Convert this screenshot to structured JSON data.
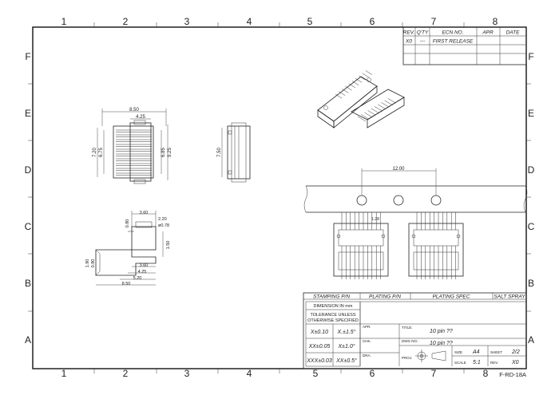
{
  "border": {
    "columns": [
      "1",
      "2",
      "3",
      "4",
      "5",
      "6",
      "7",
      "8"
    ],
    "rows": [
      "F",
      "E",
      "D",
      "C",
      "B",
      "A"
    ]
  },
  "revision_table": {
    "headers": [
      "REV.",
      "Q'TY",
      "ECN NO.",
      "APR",
      "DATE"
    ],
    "rows": [
      {
        "rev": "X0",
        "qty": "---",
        "ecn": "FIRST RELEASE",
        "apr": "",
        "date": ""
      }
    ]
  },
  "dimensions": {
    "front": {
      "width_outer": "8.50",
      "width_inner": "4.25",
      "h1": "7.20",
      "h2": "6.75",
      "h3": "6.85",
      "h4": "9.25"
    },
    "side": {
      "height": "7.50"
    },
    "strip": {
      "pitch": "12.00",
      "small": "1.28"
    },
    "bottom": {
      "d1": "3.60",
      "d2": "2.20",
      "d3": "0.80",
      "d4": "ø0.78",
      "d5": "1.50",
      "d6": "1.90",
      "d7": "0.80",
      "d8": "3.60",
      "d9": "4.25",
      "d10": "5.20",
      "d11": "8.50"
    }
  },
  "title_block": {
    "stamping_pn_label": "STAMPING P/N",
    "plating_pn_label": "PLATING P/N",
    "plating_spec_label": "PLATING SPEC",
    "salt_spray_label": "SALT SPRAY",
    "dimension_unit": "DIMENSION IN mm",
    "tolerance_note_1": "TOLERANCE UNLESS",
    "tolerance_note_2": "OTHERWISE SPECIFIED",
    "tolerances": [
      {
        "linear": "X±0.10",
        "angular": "X.±1.5°"
      },
      {
        "linear": "XX±0.05",
        "angular": "X±1.0°"
      },
      {
        "linear": "XXX±0.03",
        "angular": "XX±0.5°"
      }
    ],
    "apr_label": "APR.",
    "chk_label": "CHK.",
    "dra_label": "DRA.",
    "title_label": "TITLE:",
    "title_value": "10 pin ??",
    "dwg_label": "DWG NO.:",
    "dwg_value": "10 pin ??",
    "proj_label": "PROJ.",
    "size_label": "SIZE",
    "size_value": "A4",
    "scale_label": "SCALE",
    "scale_value": "5:1",
    "sheet_label": "SHEET",
    "sheet_value": "2/2",
    "rev_label": "REV.",
    "rev_value": "X0",
    "form_code": "F-RD-18A"
  }
}
